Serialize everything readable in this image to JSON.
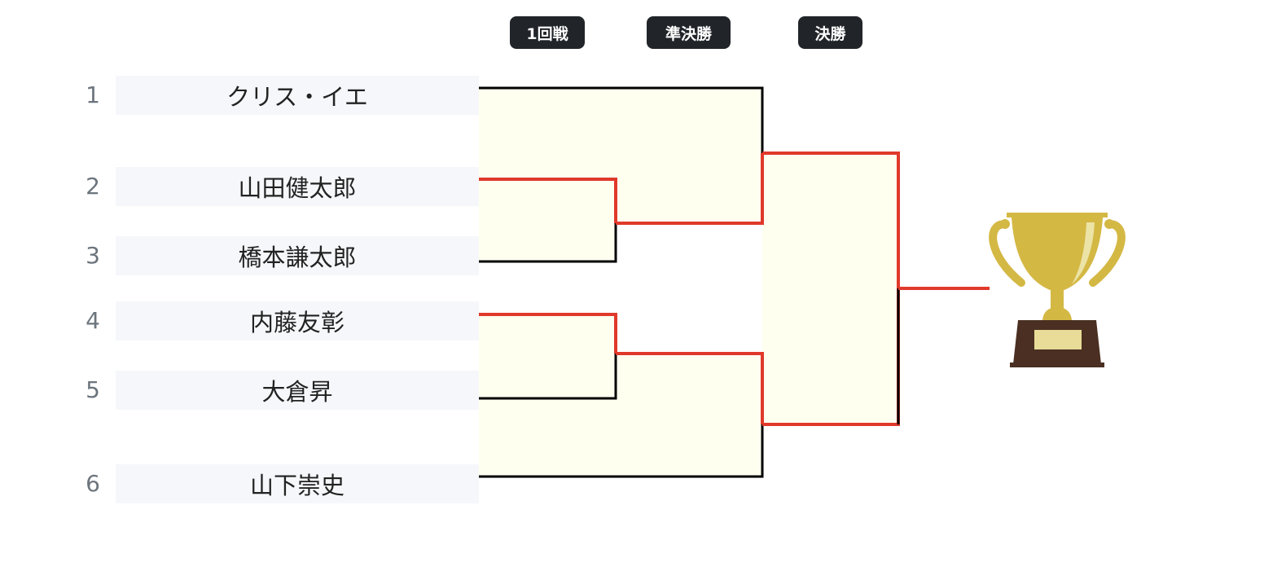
{
  "rounds": [
    "1回戦",
    "準決勝",
    "決勝"
  ],
  "players": [
    {
      "seed": "1",
      "name": "クリス・イエ"
    },
    {
      "seed": "2",
      "name": "山田健太郎"
    },
    {
      "seed": "3",
      "name": "橋本謙太郎"
    },
    {
      "seed": "4",
      "name": "内藤友彰"
    },
    {
      "seed": "5",
      "name": "大倉昇"
    },
    {
      "seed": "6",
      "name": "山下崇史"
    }
  ],
  "colors": {
    "winner_line": "#e0392b",
    "normal_line": "#000000",
    "match_fill": "#fffff0",
    "player_bg": "#f6f7fa",
    "badge_bg": "#212529",
    "trophy_gold": "#d4b844",
    "trophy_base": "#4a2f22",
    "plate": "#e8dc98"
  },
  "icons": {
    "trophy": "trophy-icon"
  }
}
